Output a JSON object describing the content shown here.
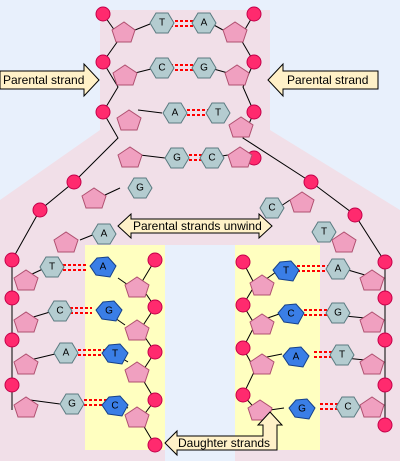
{
  "labels": {
    "parental_left": "Parental strand",
    "parental_right": "Parental strand",
    "unwind": "Parental strands unwind",
    "daughter": "Daughter strands"
  },
  "colors": {
    "background": "#e8f0fc",
    "fork_shade": "#f1dfe8",
    "daughter_region": "#ffffc0",
    "phosphate": "#ff2a6e",
    "sugar": "#f0a0c0",
    "parental_base": "#b4ccd0",
    "new_base": "#3a7ee6",
    "hydrogen_bond": "#ff0000",
    "label_box": "#fff1c8"
  },
  "base_pairs": {
    "top": [
      {
        "left": "T",
        "right": "A"
      },
      {
        "left": "C",
        "right": "G"
      },
      {
        "left": "A",
        "right": "T"
      },
      {
        "left": "G",
        "right": "C"
      }
    ],
    "unpaired_left": [
      "G",
      "A"
    ],
    "unpaired_right": [
      "C",
      "T"
    ],
    "left_fork": [
      {
        "parental": "T",
        "new": "A"
      },
      {
        "parental": "C",
        "new": "G"
      },
      {
        "parental": "A",
        "new": "T"
      },
      {
        "parental": "G",
        "new": "C"
      }
    ],
    "right_fork": [
      {
        "new": "T",
        "parental": "A"
      },
      {
        "new": "C",
        "parental": "G"
      },
      {
        "new": "A",
        "parental": "T"
      },
      {
        "new": "G",
        "parental": "C"
      }
    ]
  }
}
